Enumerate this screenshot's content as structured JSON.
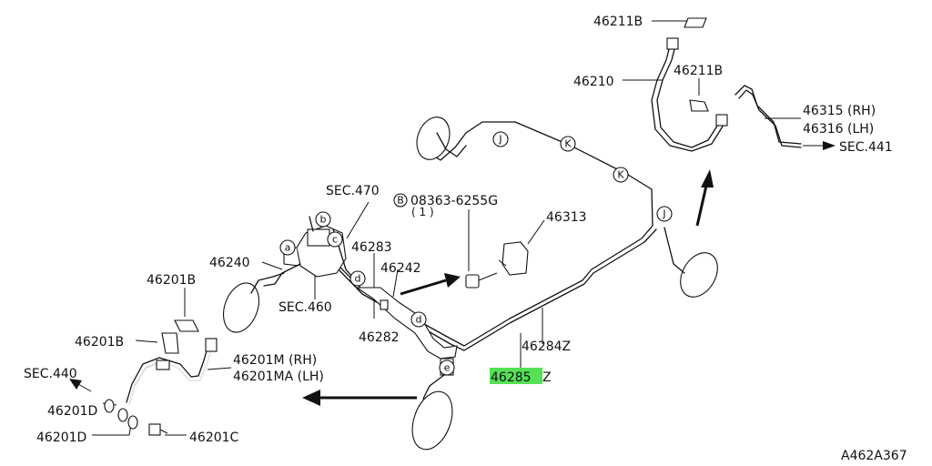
{
  "diagram": {
    "figure_code": "A462A367",
    "highlight_color": "#55e055",
    "highlighted_part": "46285",
    "labels": {
      "p46211B_top": "46211B",
      "p46210": "46210",
      "p46211B_mid": "46211B",
      "p46315": "46315 (RH)",
      "p46316": "46316 (LH)",
      "sec441": "SEC.441",
      "sec470": "SEC.470",
      "bolt_code": "08363-6255G",
      "bolt_qty": "( 1 )",
      "bolt_badge": "B",
      "p46313": "46313",
      "p46240": "46240",
      "p46283": "46283",
      "p46242": "46242",
      "sec460": "SEC.460",
      "p46201B_a": "46201B",
      "p46201B_b": "46201B",
      "p46201M": "46201M (RH)",
      "p46201MA": "46201MA (LH)",
      "sec440": "SEC.440",
      "p46282": "46282",
      "p46284Z": "46284Z",
      "p46285_hl": "46285",
      "p46285_suffix": "Z",
      "p46201D_a": "46201D",
      "p46201D_b": "46201D",
      "p46201C": "46201C"
    },
    "callouts": {
      "a": "a",
      "b": "b",
      "c": "c",
      "d1": "d",
      "d2": "d",
      "e": "e",
      "j1": "J",
      "j2": "J",
      "k1": "K",
      "k2": "K"
    }
  }
}
